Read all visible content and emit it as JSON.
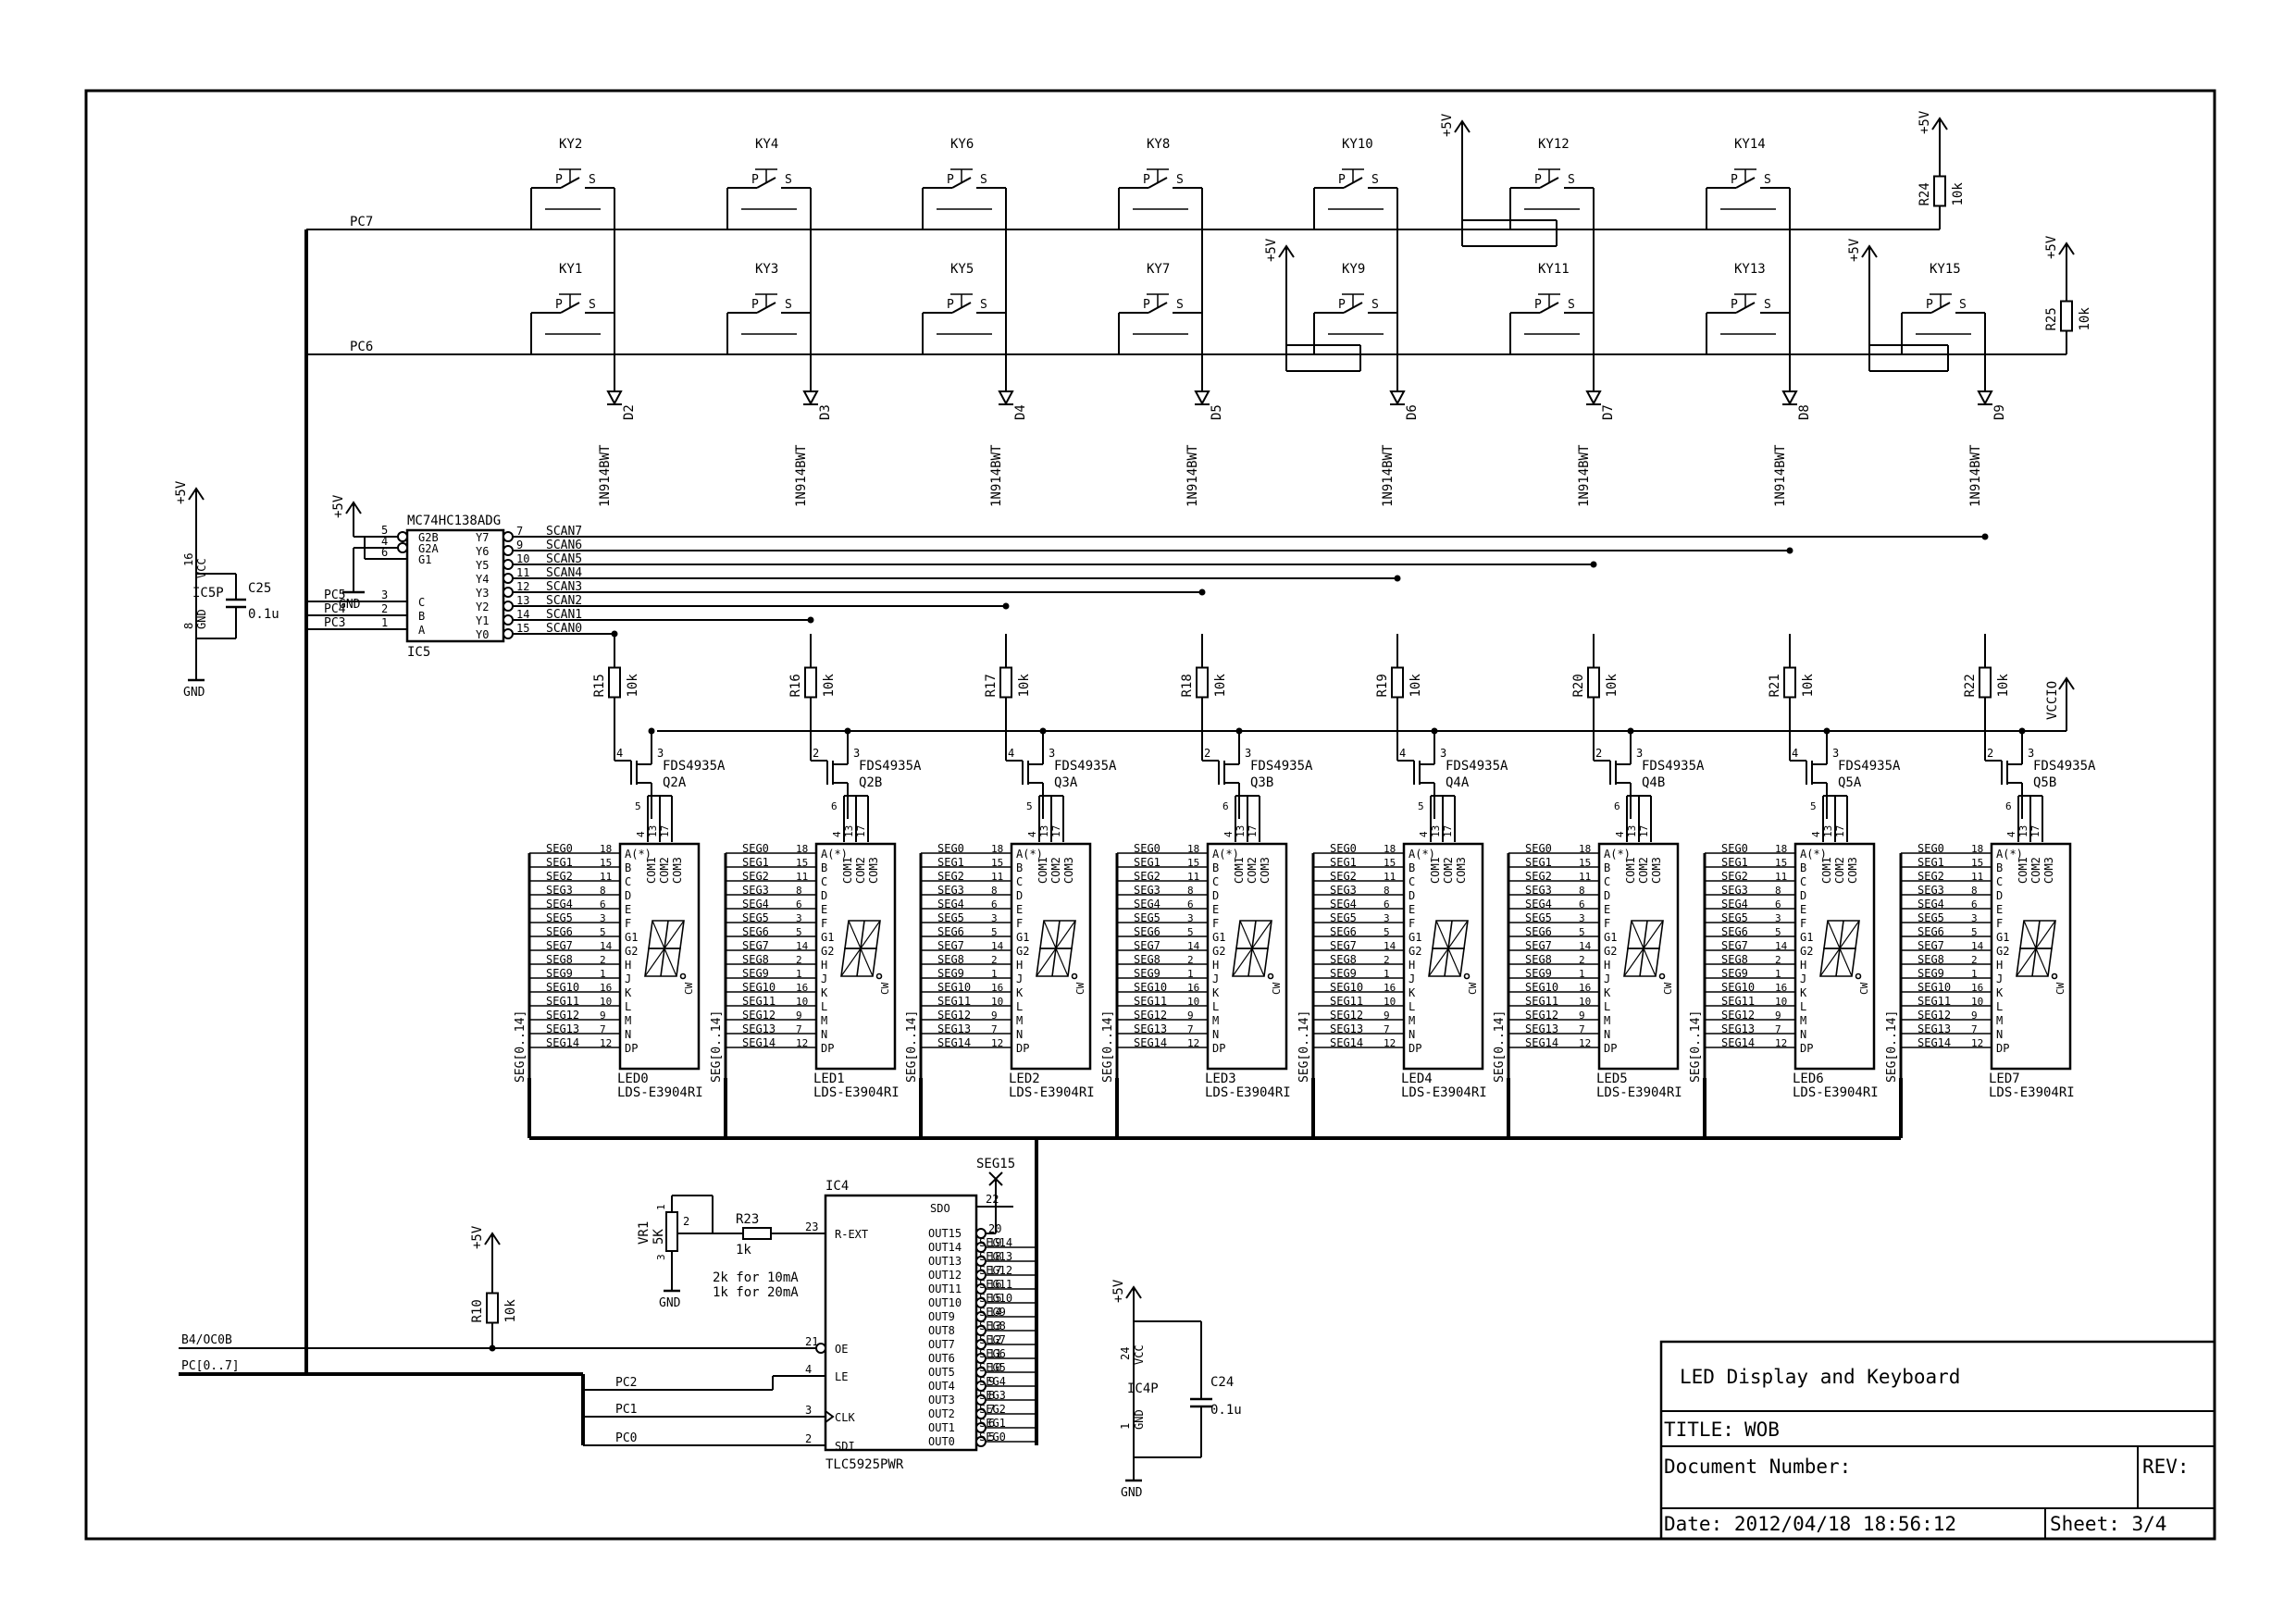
{
  "title_block": {
    "heading": "LED Display and Keyboard",
    "title_label": "TITLE:",
    "title_value": "WOB",
    "document_number_label": "Document Number:",
    "rev_label": "REV:",
    "date": "Date: 2012/04/18 18:56:12",
    "sheet": "Sheet: 3/4"
  },
  "keyboard": {
    "row_nets": [
      "PC7",
      "PC6"
    ],
    "top_keys": [
      "KY2",
      "KY4",
      "KY6",
      "KY8",
      "KY10",
      "KY12",
      "KY14"
    ],
    "bottom_keys": [
      "KY1",
      "KY3",
      "KY5",
      "KY7",
      "KY9",
      "KY11",
      "KY13",
      "KY15"
    ],
    "key_pins": [
      "P",
      "S"
    ],
    "diodes": [
      "D2",
      "D3",
      "D4",
      "D5",
      "D6",
      "D7",
      "D8",
      "D9"
    ],
    "diode_value": "1N914BWT",
    "pullups": [
      {
        "ref": "R24",
        "value": "10k",
        "supply": "+5V"
      },
      {
        "ref": "R25",
        "value": "10k",
        "supply": "+5V"
      }
    ],
    "supply_label": "+5V"
  },
  "decoder": {
    "ref": "IC5",
    "part": "MC74HC138ADG",
    "left_pins": [
      {
        "num": "5",
        "name": "G2B"
      },
      {
        "num": "4",
        "name": "G2A"
      },
      {
        "num": "6",
        "name": "G1"
      },
      {
        "num": "3",
        "name": "C"
      },
      {
        "num": "2",
        "name": "B"
      },
      {
        "num": "1",
        "name": "A"
      }
    ],
    "right_pins": [
      {
        "num": "7",
        "name": "Y7",
        "net": "SCAN7"
      },
      {
        "num": "9",
        "name": "Y6",
        "net": "SCAN6"
      },
      {
        "num": "10",
        "name": "Y5",
        "net": "SCAN5"
      },
      {
        "num": "11",
        "name": "Y4",
        "net": "SCAN4"
      },
      {
        "num": "12",
        "name": "Y3",
        "net": "SCAN3"
      },
      {
        "num": "13",
        "name": "Y2",
        "net": "SCAN2"
      },
      {
        "num": "14",
        "name": "Y1",
        "net": "SCAN1"
      },
      {
        "num": "15",
        "name": "Y0",
        "net": "SCAN0"
      }
    ],
    "input_nets": [
      "PC5",
      "PC4",
      "PC3"
    ],
    "supply": "+5V",
    "ground": "GND"
  },
  "power_ic5": {
    "ref": "IC5P",
    "cap_ref": "C25",
    "cap_value": "0.1u",
    "vcc_label": "VCC",
    "gnd_label": "GND",
    "vcc_pin": "16",
    "gnd_pin": "8",
    "supply": "+5V",
    "ground": "GND"
  },
  "drivers": {
    "resistors": [
      "R15",
      "R16",
      "R17",
      "R18",
      "R19",
      "R20",
      "R21",
      "R22"
    ],
    "resistor_value": "10k",
    "transistors": [
      "Q2A",
      "Q2B",
      "Q3A",
      "Q3B",
      "Q4A",
      "Q4B",
      "Q5A",
      "Q5B"
    ],
    "transistor_part": "FDS4935A",
    "vccio": "VCCIO",
    "pin_gate_a": "4",
    "pin_gate_b": "2",
    "pin_source": "3",
    "pin_drain_a": "5",
    "pin_drain_b": "6"
  },
  "displays": {
    "refs": [
      "LED0",
      "LED1",
      "LED2",
      "LED3",
      "LED4",
      "LED5",
      "LED6",
      "LED7"
    ],
    "part": "LDS-E3904RI",
    "segment_nets": [
      "SEG0",
      "SEG1",
      "SEG2",
      "SEG3",
      "SEG4",
      "SEG5",
      "SEG6",
      "SEG7",
      "SEG8",
      "SEG9",
      "SEG10",
      "SEG11",
      "SEG12",
      "SEG13",
      "SEG14"
    ],
    "segment_pins": [
      "18",
      "15",
      "11",
      "8",
      "6",
      "3",
      "5",
      "14",
      "2",
      "1",
      "16",
      "10",
      "9",
      "7",
      "12"
    ],
    "segment_names": [
      "A(*)",
      "B",
      "C",
      "D",
      "E",
      "F",
      "G1",
      "G2",
      "H",
      "J",
      "K",
      "L",
      "M",
      "N",
      "DP"
    ],
    "common_names": [
      "COM1",
      "COM2",
      "COM3"
    ],
    "common_pins": [
      "4",
      "13",
      "17"
    ],
    "cw_label": "CW",
    "bus_label": "SEG[0..14]"
  },
  "driver_ic": {
    "ref": "IC4",
    "part": "TLC5925PWR",
    "pins_left": [
      {
        "num": "23",
        "name": "R-EXT"
      },
      {
        "num": "21",
        "name": "OE"
      },
      {
        "num": "4",
        "name": "LE"
      },
      {
        "num": "3",
        "name": "CLK"
      },
      {
        "num": "2",
        "name": "SDI"
      }
    ],
    "sdo": {
      "num": "22",
      "name": "SDO"
    },
    "outputs": [
      {
        "num": "20",
        "name": "OUT15",
        "net": "SEG15"
      },
      {
        "num": "19",
        "name": "OUT14",
        "net": "SEG14"
      },
      {
        "num": "18",
        "name": "OUT13",
        "net": "SEG13"
      },
      {
        "num": "17",
        "name": "OUT12",
        "net": "SEG12"
      },
      {
        "num": "16",
        "name": "OUT11",
        "net": "SEG11"
      },
      {
        "num": "15",
        "name": "OUT10",
        "net": "SEG10"
      },
      {
        "num": "14",
        "name": "OUT9",
        "net": "SEG9"
      },
      {
        "num": "13",
        "name": "OUT8",
        "net": "SEG8"
      },
      {
        "num": "12",
        "name": "OUT7",
        "net": "SEG7"
      },
      {
        "num": "11",
        "name": "OUT6",
        "net": "SEG6"
      },
      {
        "num": "10",
        "name": "OUT5",
        "net": "SEG5"
      },
      {
        "num": "9",
        "name": "OUT4",
        "net": "SEG4"
      },
      {
        "num": "8",
        "name": "OUT3",
        "net": "SEG3"
      },
      {
        "num": "7",
        "name": "OUT2",
        "net": "SEG2"
      },
      {
        "num": "6",
        "name": "OUT1",
        "net": "SEG1"
      },
      {
        "num": "5",
        "name": "OUT0",
        "net": "SEG0"
      }
    ],
    "nc_net": "SEG15",
    "input_nets": [
      "B4/OC0B",
      "PC[0..7]",
      "PC2",
      "PC1",
      "PC0"
    ],
    "vr_ref": "VR1",
    "vr_value": "5K",
    "vr_pins": [
      "1",
      "2",
      "3"
    ],
    "rext_ref": "R23",
    "rext_value": "1k",
    "note_lines": [
      "2k for 10mA",
      "1k for 20mA"
    ],
    "oe_pullup_ref": "R10",
    "oe_pullup_value": "10k",
    "supply": "+5V",
    "ground": "GND"
  },
  "power_ic4": {
    "ref": "IC4P",
    "cap_ref": "C24",
    "cap_value": "0.1u",
    "vcc_label": "VCC",
    "gnd_label": "GND",
    "vcc_pin": "24",
    "gnd_pin": "1",
    "supply": "+5V",
    "ground": "GND"
  }
}
